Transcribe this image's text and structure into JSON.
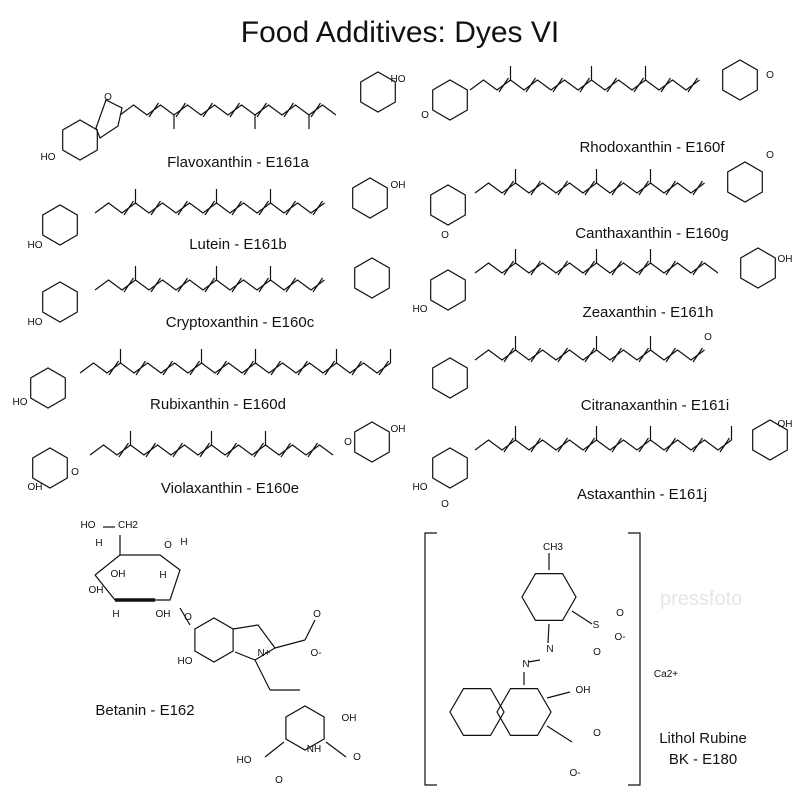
{
  "title": "Food Additives: Dyes VI",
  "watermark": "pressfoto",
  "compounds": [
    {
      "name": "Flavoxanthin - E161a"
    },
    {
      "name": "Lutein - E161b"
    },
    {
      "name": "Cryptoxanthin - E160c"
    },
    {
      "name": "Rubixanthin - E160d"
    },
    {
      "name": "Violaxanthin - E160e"
    },
    {
      "name": "Rhodoxanthin - E160f"
    },
    {
      "name": "Canthaxanthin - E160g"
    },
    {
      "name": "Zeaxanthin - E161h"
    },
    {
      "name": "Citranaxanthin - E161i"
    },
    {
      "name": "Astaxanthin - E161j"
    },
    {
      "name": "Betanin - E162"
    },
    {
      "name": "Lithol Rubine",
      "name2": "BK  - E180"
    }
  ],
  "betanin_atoms": [
    "HO",
    "CH2",
    "O",
    "H",
    "H",
    "OH",
    "OH",
    "H",
    "H",
    "OH",
    "O",
    "HO",
    "N+",
    "O",
    "O-",
    "OH",
    "O",
    "HO",
    "O",
    "NH"
  ],
  "lithol_atoms": [
    "CH3",
    "S",
    "O",
    "O-",
    "O",
    "N",
    "N",
    "OH",
    "O",
    "O-",
    "Ca2+"
  ],
  "small_atoms": [
    "HO",
    "O",
    "HO",
    "HO",
    "OH",
    "HO",
    "HO",
    "OH",
    "O",
    "O",
    "O",
    "OH",
    "HO",
    "OH",
    "O",
    "HO",
    "O",
    "O",
    "OH",
    "O"
  ]
}
